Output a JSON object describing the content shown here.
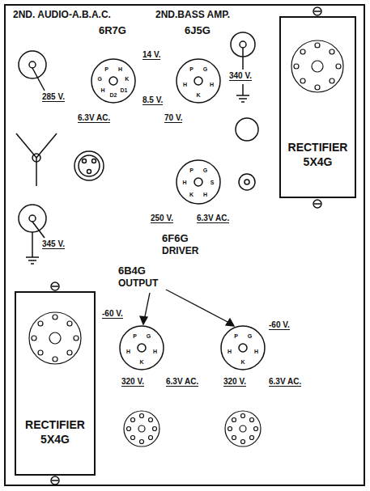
{
  "diagram": {
    "nodes": [
      {
        "text": [
          "RECTIFIER",
          "5X4G"
        ]
      },
      {
        "text": [
          "RECTIFIER",
          "5X4G"
        ]
      }
    ],
    "labels": [
      "2ND. AUDIO-A.B.A.C.",
      "2ND.BASS AMP.",
      "6R7G",
      "6J5G",
      "14 V.",
      "8.5 V.",
      "6.3V AC.",
      "285 V.",
      "345 V.",
      "340 V.",
      "70 V.",
      "6F6G",
      "DRIVER",
      "250 V.",
      "6.3V AC.",
      "6B4G",
      "OUTPUT",
      "-60 V.",
      "320 V.",
      "6.3V AC.",
      "-60 V.",
      "320 V.",
      "6.3V AC.",
      "H",
      "K",
      "D1",
      "D2",
      "H",
      "G",
      "P",
      "G",
      "H",
      "K",
      "H",
      "P",
      "G",
      "S",
      "H",
      "K",
      "H",
      "P",
      "G",
      "H",
      "K",
      "H",
      "P",
      "G",
      "H",
      "K",
      "H",
      "P"
    ]
  }
}
